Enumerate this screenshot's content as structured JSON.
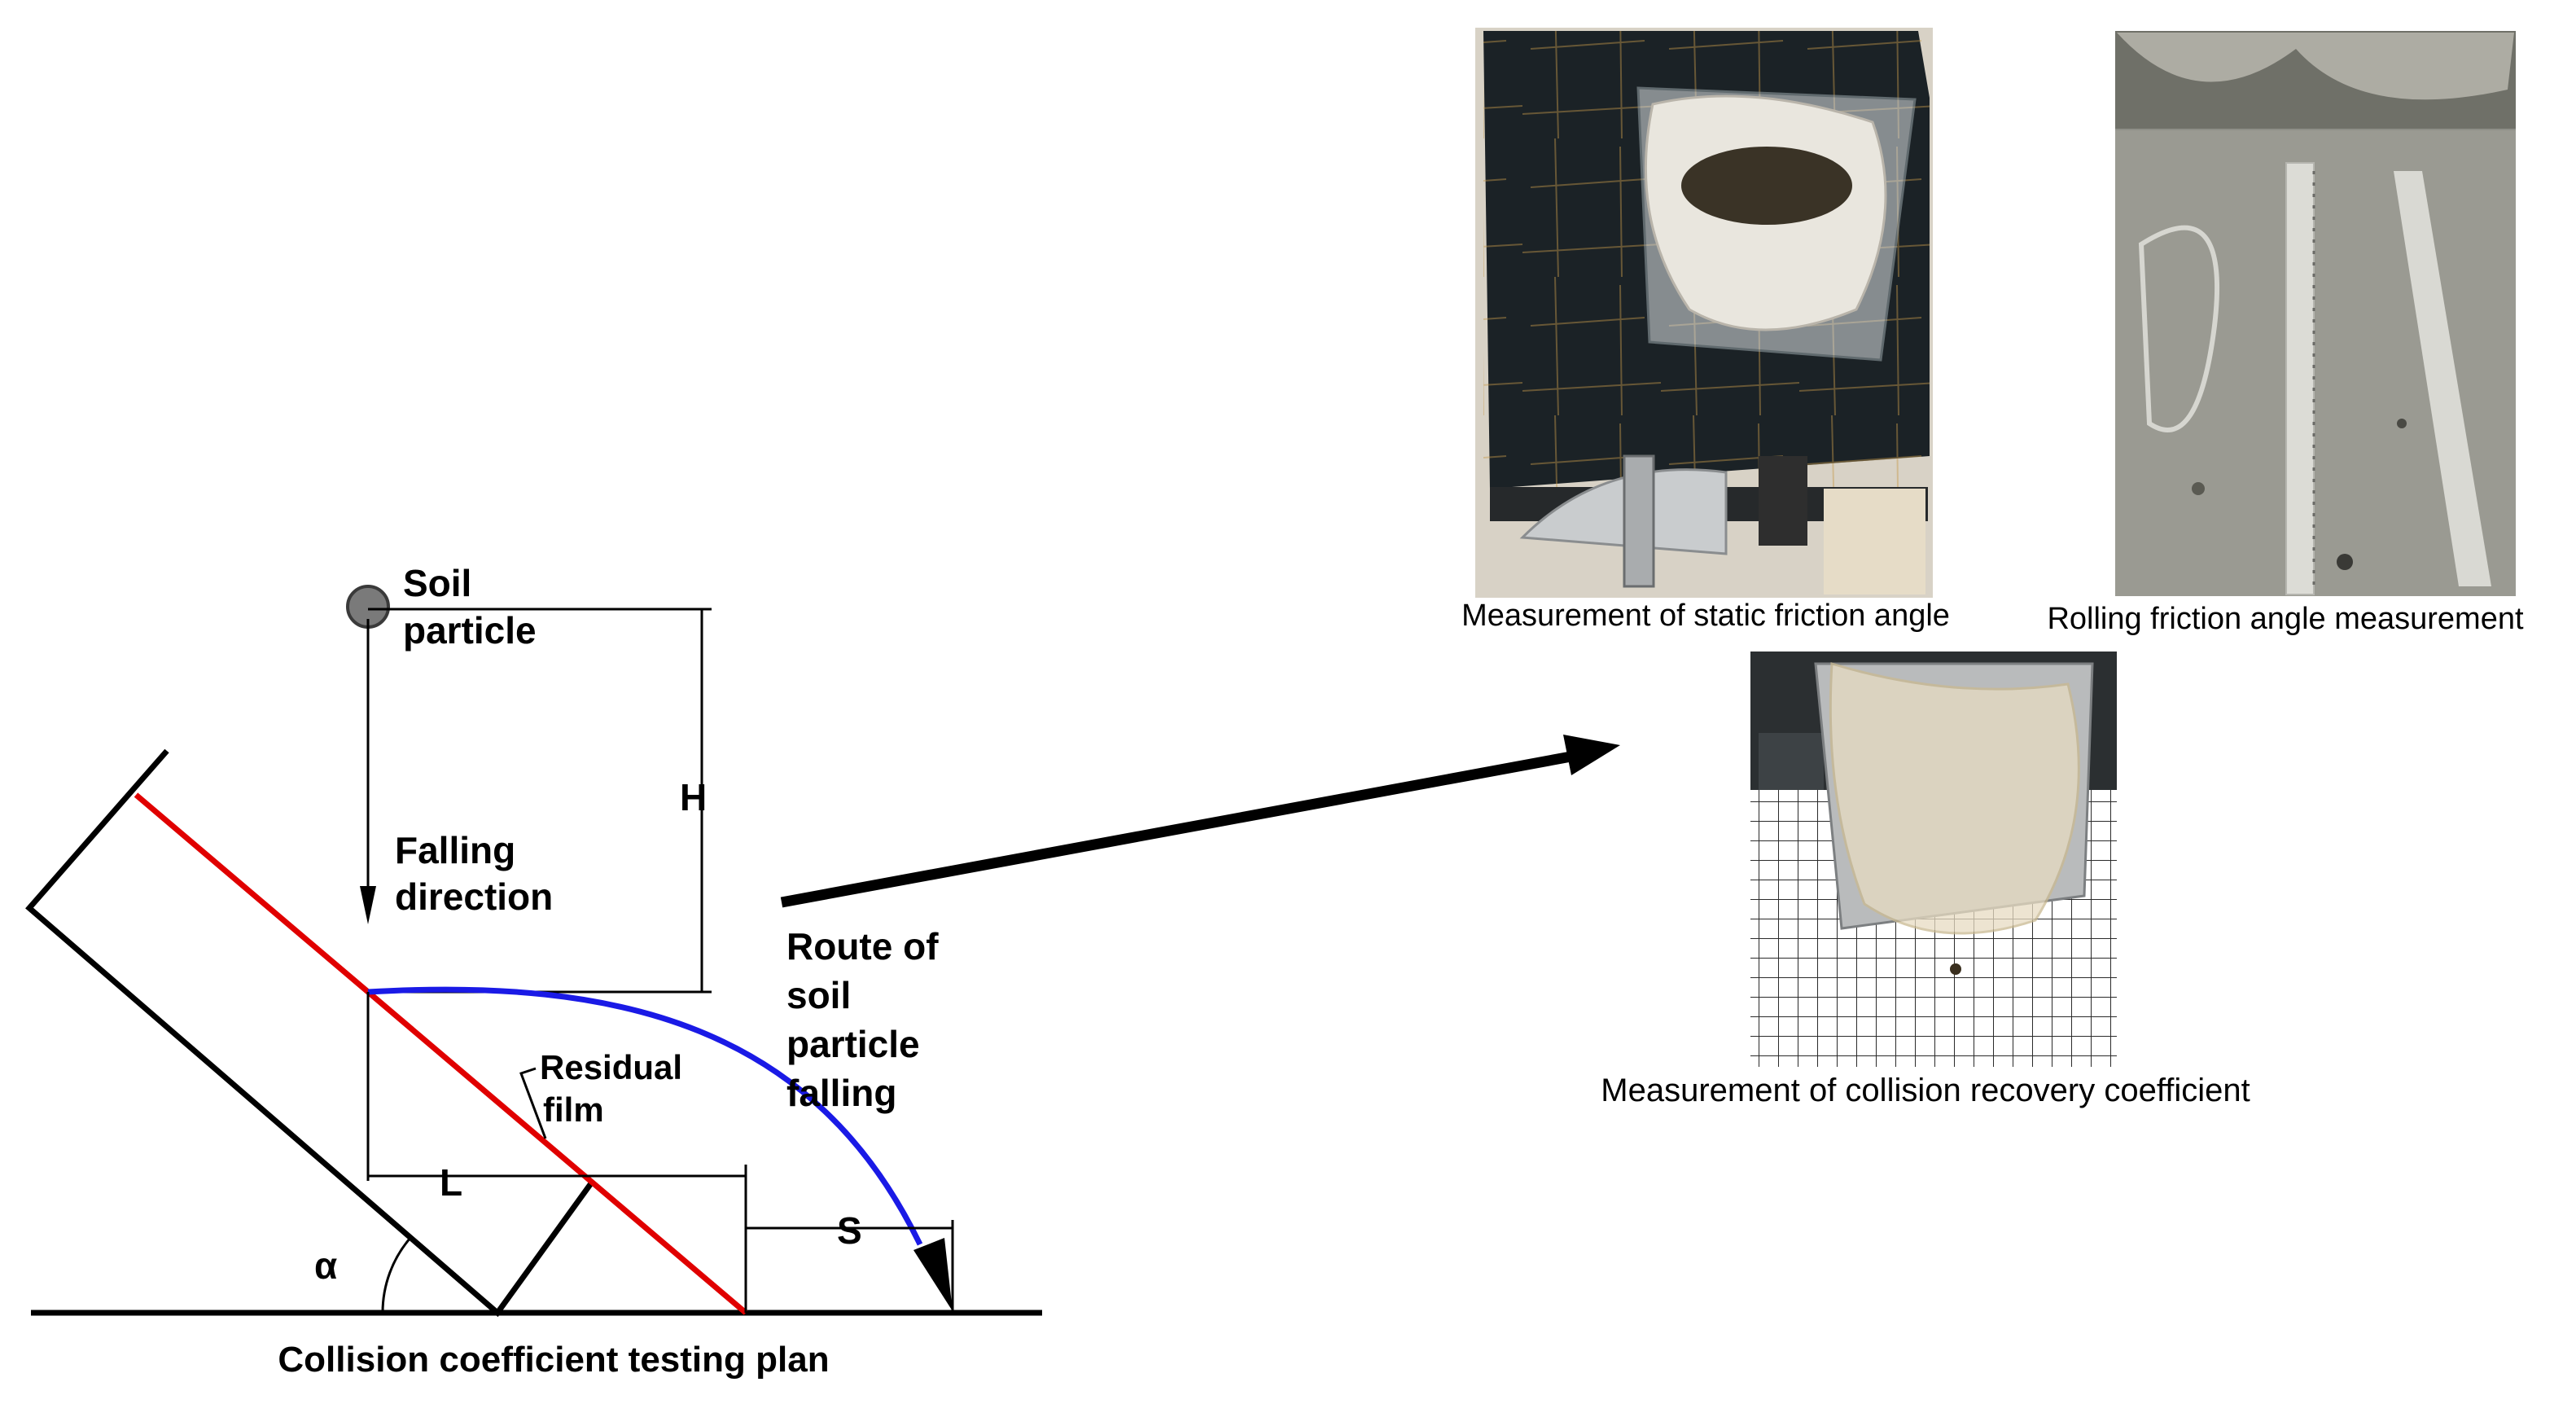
{
  "schematic": {
    "soil_particle_label": [
      "Soil",
      "particle"
    ],
    "falling_direction_label": [
      "Falling",
      "direction"
    ],
    "height_label": "H",
    "length_label": "L",
    "distance_label": "S",
    "angle_label": "α",
    "residual_film_label": [
      "Residual",
      "film"
    ],
    "route_label": [
      "Route of",
      "soil",
      "particle",
      "falling"
    ],
    "caption": "Collision coefficient testing plan"
  },
  "photos": {
    "static_friction_caption": "Measurement of static friction angle",
    "rolling_friction_caption": "Rolling friction angle measurement",
    "collision_recovery_caption": "Measurement of collision recovery coefficient"
  },
  "colors": {
    "residual_film_line": "#e00000",
    "trajectory": "#1a1ae6",
    "particle": "#777777",
    "frame": "#000000"
  }
}
